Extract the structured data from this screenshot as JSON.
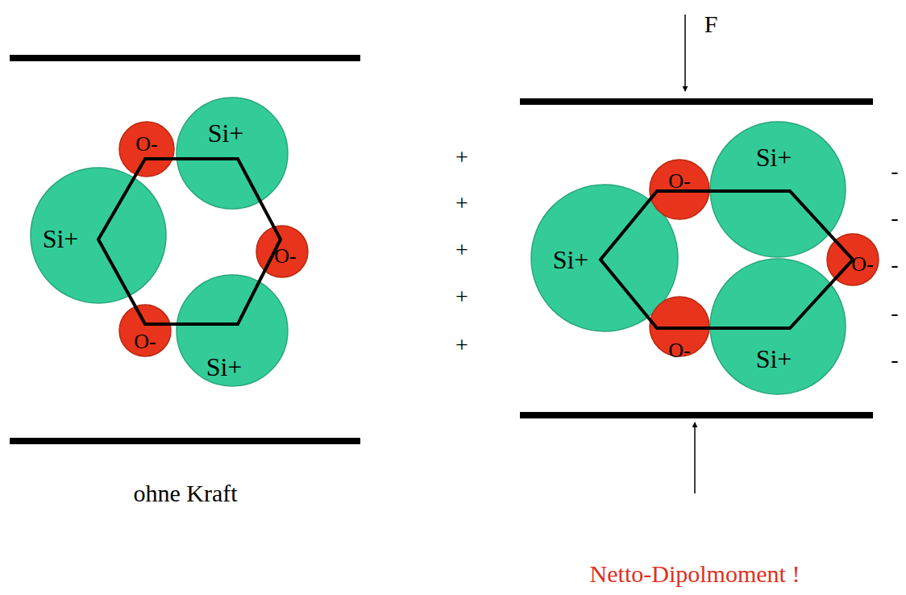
{
  "diagram": {
    "nodes": [
      {
        "text": [
          "O-"
        ]
      },
      {
        "text": [
          "Si+"
        ]
      },
      {
        "text": [
          "Si+"
        ]
      },
      {
        "text": [
          "O-"
        ]
      },
      {
        "text": [
          "O-"
        ]
      },
      {
        "text": [
          "Si+"
        ]
      },
      {
        "text": [
          "O-"
        ]
      },
      {
        "text": [
          "Si+"
        ]
      },
      {
        "text": [
          "Si+"
        ]
      },
      {
        "text": [
          "O-"
        ]
      },
      {
        "text": [
          "O-"
        ]
      },
      {
        "text": [
          "Si+"
        ]
      }
    ],
    "labels": [
      "ohne Kraft",
      "F",
      "+",
      "+",
      "+",
      "+",
      "+",
      "-",
      "-",
      "-",
      "-",
      "-",
      "Netto-Dipolmoment !"
    ]
  }
}
